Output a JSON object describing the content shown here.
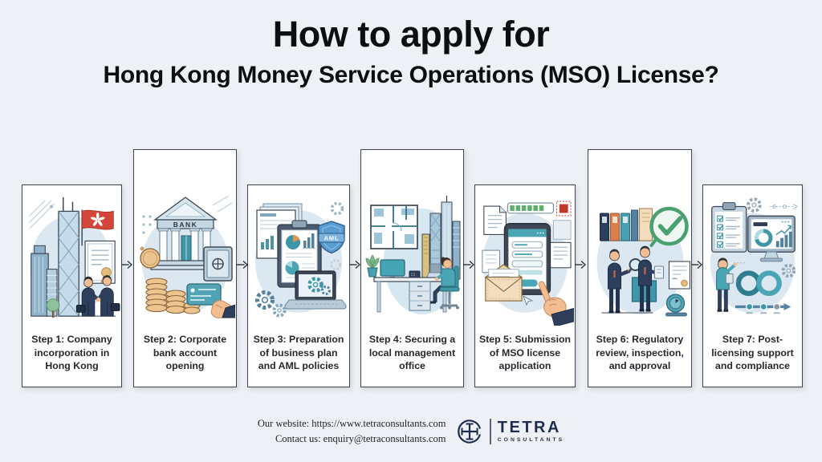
{
  "title": {
    "line1": "How to apply for",
    "line2": "Hong Kong Money Service Operations (MSO) License?"
  },
  "steps": [
    {
      "label": "Step 1: Company incorporation in Hong Kong"
    },
    {
      "label": "Step 2: Corporate bank account opening",
      "illustration_text": "BANK"
    },
    {
      "label": "Step 3: Preparation of business plan and AML policies",
      "illustration_text": "AML"
    },
    {
      "label": "Step 4: Securing a local management office"
    },
    {
      "label": "Step 5: Submission of MSO license application"
    },
    {
      "label": "Step 6: Regulatory review, inspection, and approval"
    },
    {
      "label": "Step 7: Post-licensing support and compliance"
    }
  ],
  "footer": {
    "website_line": "Our website: https://www.tetraconsultants.com",
    "contact_line": "Contact us: enquiry@tetraconsultants.com",
    "logo_text": "TETRA",
    "logo_subtext": "CONSULTANTS"
  },
  "colors": {
    "background": "#edf1f5",
    "card_background": "#ffffff",
    "card_border": "#41464d",
    "accent_teal": "#3e97a8",
    "flag_red": "#d5463a",
    "check_green": "#4aa06e",
    "coin_gold": "#ecc490",
    "logo_navy": "#1f2d4e"
  }
}
